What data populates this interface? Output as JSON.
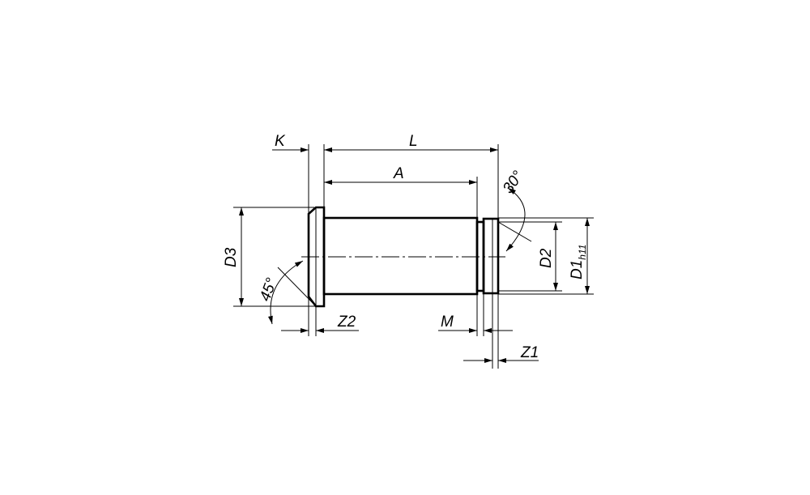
{
  "drawing": {
    "fill_color": "#e0e0e0",
    "line_color": "#000000",
    "labels": {
      "K": "K",
      "L": "L",
      "A": "A",
      "D3": "D3",
      "angle_45": "45°",
      "angle_30": "30°",
      "D2": "D2",
      "D1": "D1",
      "D1_tolerance": "h11",
      "Z2": "Z2",
      "M": "M",
      "Z1": "Z1"
    }
  }
}
